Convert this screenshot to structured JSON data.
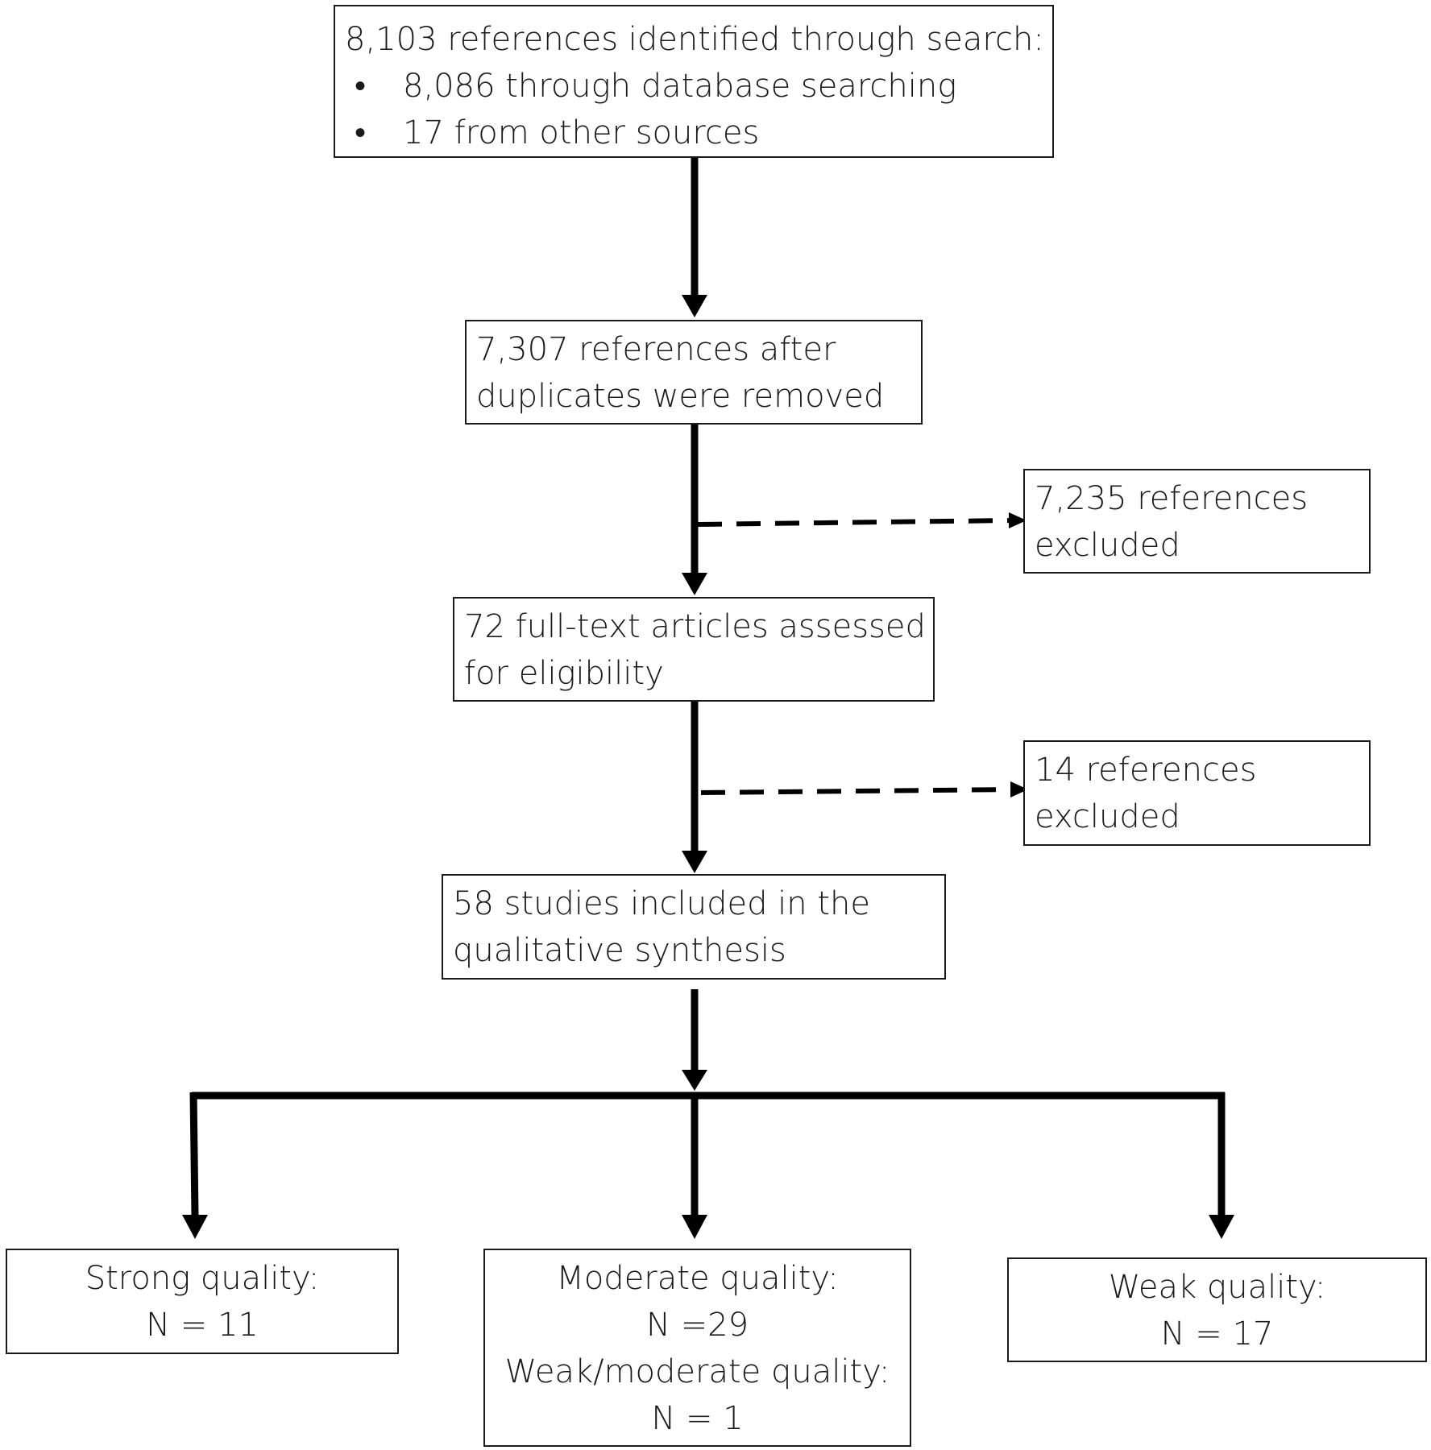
{
  "search": {
    "title": "8,103 references identified through search:",
    "bullets": [
      "8,086 through database searching",
      "17 from other sources"
    ]
  },
  "dedup": {
    "line1": "7,307 references after",
    "line2": "duplicates were removed"
  },
  "excluded_1": {
    "line1": "7,235 references",
    "line2": "excluded"
  },
  "fulltext": {
    "line1": "72 full-text articles assessed",
    "line2": "for eligibility"
  },
  "excluded_2": {
    "line1": "14  references",
    "line2": "excluded"
  },
  "included": {
    "line1": "58 studies included in the",
    "line2": "qualitative synthesis"
  },
  "strong": {
    "label": "Strong quality:",
    "count": "N = 11"
  },
  "moderate": {
    "label": "Moderate quality:",
    "count": "N =29",
    "label2": "Weak/moderate quality:",
    "count2": "N = 1"
  },
  "weak": {
    "label": "Weak quality:",
    "count": "N = 17"
  }
}
